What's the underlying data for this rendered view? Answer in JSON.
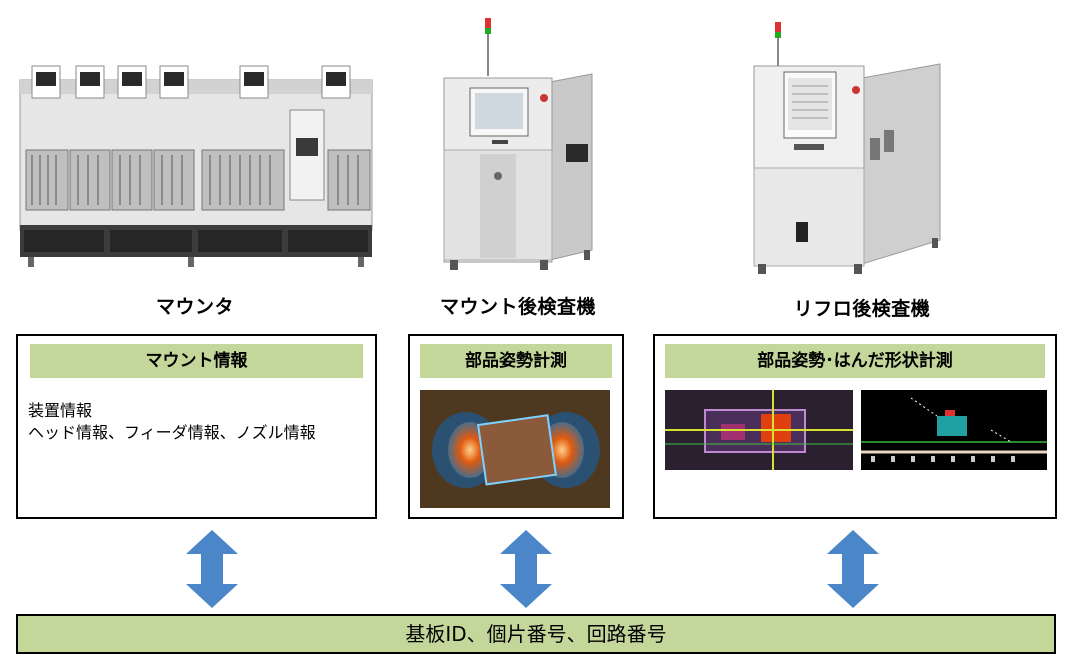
{
  "machines": {
    "mounter": {
      "label": "マウンタ"
    },
    "post_mount": {
      "label": "マウント後検査機"
    },
    "post_reflow": {
      "label": "リフロ後検査機"
    }
  },
  "boxes": {
    "mount_info": {
      "header": "マウント情報",
      "line1": "装置情報",
      "line2": "ヘッド情報、フィーダ情報、ノズル情報"
    },
    "component_posture": {
      "header": "部品姿勢計測"
    },
    "posture_solder": {
      "header": "部品姿勢･はんだ形状計測"
    }
  },
  "bottom_bar": {
    "label": "基板ID、個片番号、回路番号"
  },
  "colors": {
    "header_fill": "#c4d79b",
    "arrow": "#4a86c8"
  }
}
